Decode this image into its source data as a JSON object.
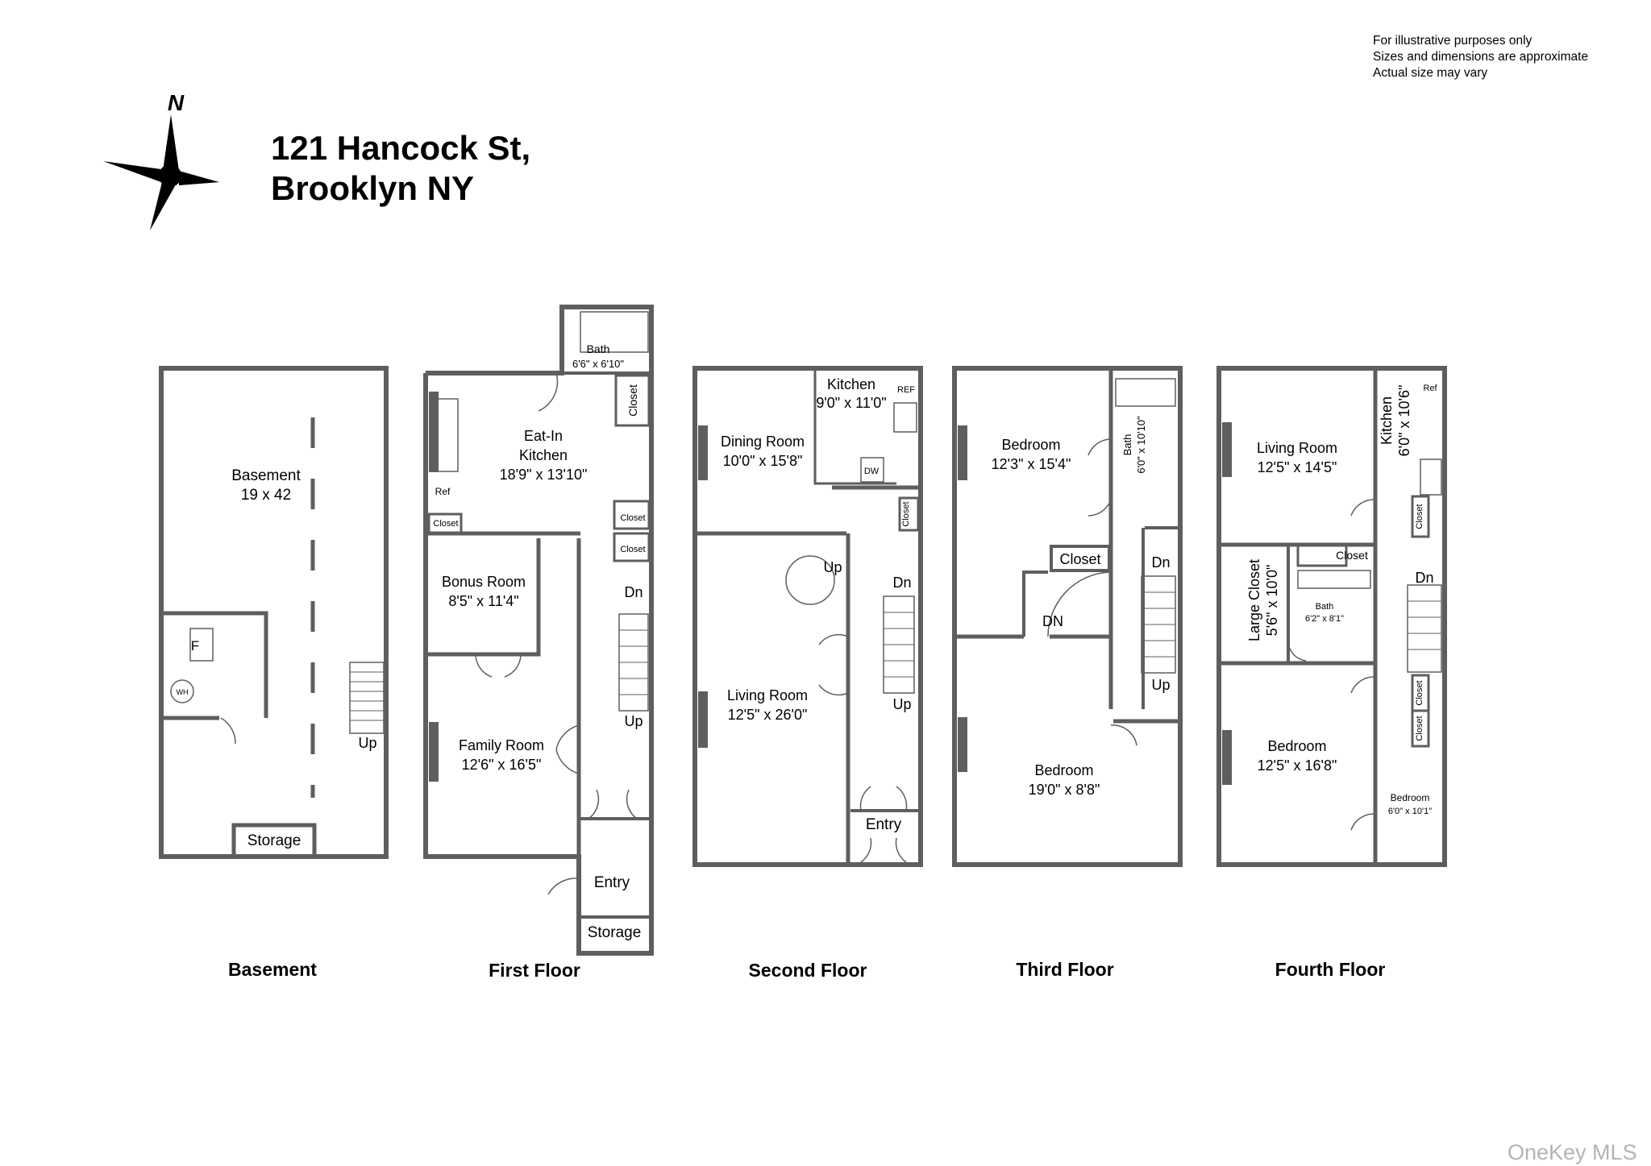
{
  "disclaimer": [
    "For illustrative purposes only",
    "Sizes and dimensions are approximate",
    "Actual size may vary"
  ],
  "compass": {
    "label": "N"
  },
  "title": {
    "line1": "121 Hancock St,",
    "line2": "Brooklyn NY"
  },
  "colors": {
    "wall": "#5e5e5e",
    "background": "#ffffff",
    "text": "#000000",
    "watermark": "#b4b4b4"
  },
  "floors": {
    "basement": {
      "name": "Basement",
      "main": {
        "name": "Basement",
        "dim": "19 x 42"
      },
      "furnace": "F",
      "water_heater": "WH",
      "stairs": "Up",
      "storage": "Storage"
    },
    "first": {
      "name": "First Floor",
      "bath": {
        "name": "Bath",
        "dim": "6'6\" x 6'10\""
      },
      "kitchen": {
        "line1": "Eat-In",
        "line2": "Kitchen",
        "dim": "18'9\" x 13'10\""
      },
      "ref": "Ref",
      "closet_a": "Closet",
      "closet_b": "Closet",
      "closet_c": "Closet",
      "closet_d": "Closet",
      "bonus": {
        "name": "Bonus Room",
        "dim": "8'5\" x 11'4\""
      },
      "family": {
        "name": "Family Room",
        "dim": "12'6\" x 16'5\""
      },
      "stairs_dn": "Dn",
      "stairs_up": "Up",
      "entry": "Entry",
      "storage": "Storage"
    },
    "second": {
      "name": "Second Floor",
      "kitchen": {
        "name": "Kitchen",
        "dim": "9'0\" x 11'0\""
      },
      "ref": "REF",
      "dw": "DW",
      "dining": {
        "name": "Dining Room",
        "dim": "10'0\" x 15'8\""
      },
      "closet": "Closet",
      "spiral_up": "Up",
      "stairs_dn": "Dn",
      "stairs_up": "Up",
      "living": {
        "name": "Living Room",
        "dim": "12'5\" x 26'0\""
      },
      "entry": "Entry"
    },
    "third": {
      "name": "Third Floor",
      "bedroom1": {
        "name": "Bedroom",
        "dim": "12'3\" x 15'4\""
      },
      "bath": {
        "name": "Bath",
        "dim": "6'0\" x 10'10\""
      },
      "closet": "Closet",
      "spiral_dn": "DN",
      "stairs_dn": "Dn",
      "stairs_up": "Up",
      "bedroom2": {
        "name": "Bedroom",
        "dim": "19'0\" x 8'8\""
      }
    },
    "fourth": {
      "name": "Fourth Floor",
      "living": {
        "name": "Living Room",
        "dim": "12'5\" x 14'5\""
      },
      "kitchen": {
        "name": "Kitchen",
        "dim": "6'0\" x 10'6\""
      },
      "ref": "Ref",
      "closet1": "Closet",
      "closet2": "Closet",
      "closet3": "Closet",
      "closet4": "Closet",
      "large_closet": {
        "name": "Large Closet",
        "dim": "5'6\" x 10'0\""
      },
      "bath": {
        "name": "Bath",
        "dim": "6'2\" x 8'1\""
      },
      "stairs_dn": "Dn",
      "bedroom1": {
        "name": "Bedroom",
        "dim": "12'5\" x 16'8\""
      },
      "bedroom2": {
        "name": "Bedroom",
        "dim": "6'0\" x 10'1\""
      }
    }
  },
  "watermark": "OneKey MLS"
}
